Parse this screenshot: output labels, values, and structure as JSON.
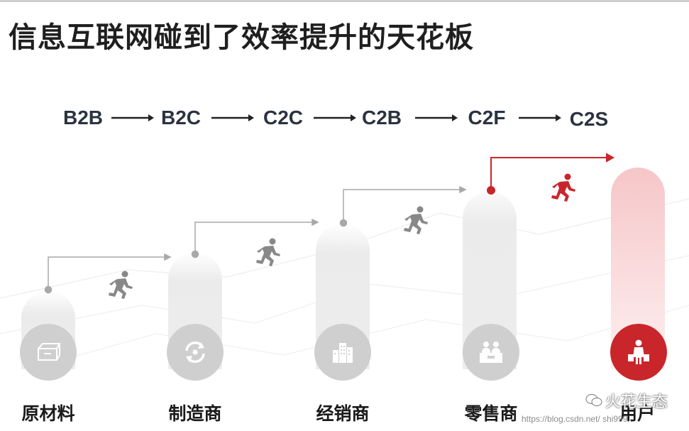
{
  "title": "信息互联网碰到了效率提升的天花板",
  "stages": [
    "B2B",
    "B2C",
    "C2C",
    "C2B",
    "C2F",
    "C2S"
  ],
  "nodes": [
    {
      "label": "原材料",
      "icon": "box-icon"
    },
    {
      "label": "制造商",
      "icon": "recycle-icon"
    },
    {
      "label": "经销商",
      "icon": "buildings-icon"
    },
    {
      "label": "零售商",
      "icon": "counter-icon"
    },
    {
      "label": "用户",
      "icon": "shopper-icon"
    }
  ],
  "colors": {
    "gray": "#c9c9c9",
    "accent": "#c9262b",
    "pillar_accent": "#f6c0c2"
  },
  "watermark": "火花生态",
  "url": "https://blog.csdn.net/     shi999"
}
